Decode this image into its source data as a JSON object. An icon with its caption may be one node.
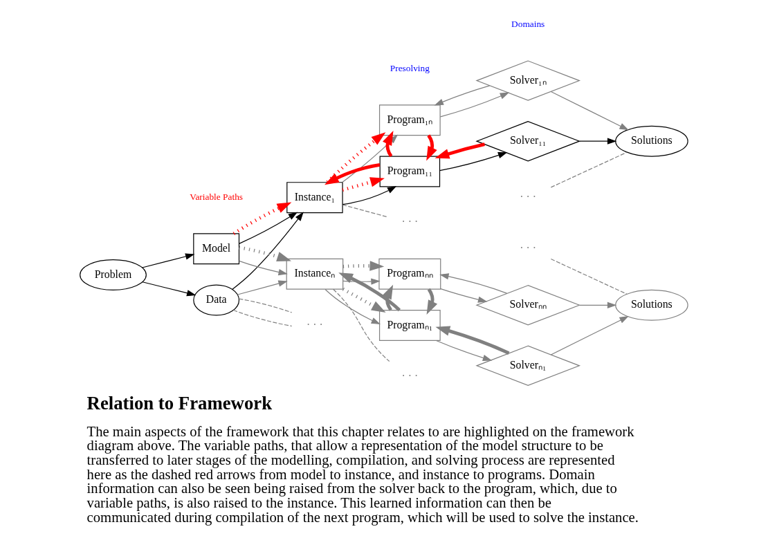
{
  "diagram": {
    "title": "Relation to Framework",
    "caption": "The main aspects of the framework that this chapter relates to are highlighted on the framework diagram above. The variable paths, that allow a representation of the model structure to be transferred to later stages of the modelling, compilation, and solving process are represented here as the dashed red arrows from model to instance, and instance to programs. Domain information can also be seen being raised from the solver back to the program, which, due to variable paths, is also raised to the instance. This learned information can then be communicated during compilation of the next program, which will be used to solve the instance.",
    "nodes": [
      {
        "text": [
          "Problem"
        ]
      },
      {
        "text": [
          "Model"
        ]
      },
      {
        "text": [
          "Data"
        ]
      },
      {
        "text": [
          "Instance₁"
        ]
      },
      {
        "text": [
          "Program₁₁"
        ]
      },
      {
        "text": [
          "Solver₁₁"
        ]
      },
      {
        "text": [
          "Solutions"
        ]
      },
      {
        "text": [
          "Program₁ₙ"
        ]
      },
      {
        "text": [
          "Solver₁ₙ"
        ]
      },
      {
        "text": [
          "Instanceₙ"
        ]
      },
      {
        "text": [
          "Programₙ₁"
        ]
      },
      {
        "text": [
          "Solverₙ₁"
        ]
      },
      {
        "text": [
          "Solutions"
        ]
      },
      {
        "text": [
          "Programₙₙ"
        ]
      },
      {
        "text": [
          "Solverₙₙ"
        ]
      },
      {
        "text": [
          "· · ·"
        ]
      },
      {
        "text": [
          "· · ·"
        ]
      },
      {
        "text": [
          "· · ·"
        ]
      },
      {
        "text": [
          "· · ·"
        ]
      },
      {
        "text": [
          "· · ·"
        ]
      }
    ],
    "edges": [
      {
        "from": 0,
        "to": 1,
        "arrow": "to",
        "color": "#000000"
      },
      {
        "from": 0,
        "to": 2,
        "arrow": "to",
        "color": "#000000"
      },
      {
        "from": 1,
        "to": 3,
        "arrow": "to",
        "color": "#000000"
      },
      {
        "from": 1,
        "to": 3,
        "arrow": "to",
        "style": "dashed",
        "color": "#ff0000"
      },
      {
        "from": 2,
        "to": 3,
        "arrow": "to",
        "color": "#000000"
      },
      {
        "from": 3,
        "to": 4,
        "arrow": "to",
        "color": "#000000"
      },
      {
        "from": 3,
        "to": 4,
        "arrow": "to",
        "style": "dashed",
        "color": "#ff0000"
      },
      {
        "from": 4,
        "to": 3,
        "arrow": "to",
        "style": "thick",
        "color": "#ff0000"
      },
      {
        "from": 4,
        "to": 5,
        "arrow": "to",
        "color": "#000000"
      },
      {
        "from": 5,
        "to": 4,
        "arrow": "to",
        "style": "thick",
        "color": "#ff0000"
      },
      {
        "from": 5,
        "to": 6,
        "arrow": "to",
        "color": "#000000"
      },
      {
        "from": 3,
        "to": 7,
        "arrow": "to"
      },
      {
        "from": 3,
        "to": 7,
        "arrow": "to",
        "style": "dashed",
        "color": "#ff0000"
      },
      {
        "from": 7,
        "to": 4,
        "arrow": "to",
        "style": "thick",
        "color": "#ff0000"
      },
      {
        "from": 4,
        "to": 7,
        "arrow": "to",
        "style": "thick",
        "color": "#ff0000"
      },
      {
        "from": 7,
        "to": 8,
        "arrow": "to"
      },
      {
        "from": 8,
        "to": 7,
        "arrow": "to"
      },
      {
        "from": 8,
        "to": 6,
        "arrow": "to"
      },
      {
        "from": 3,
        "to": 15,
        "arrow": "none",
        "style": "dashed"
      },
      {
        "from": 16,
        "to": 6,
        "arrow": "none",
        "style": "dashed"
      },
      {
        "from": 1,
        "to": 9,
        "arrow": "to"
      },
      {
        "from": 1,
        "to": 9,
        "arrow": "to",
        "style": "dashed"
      },
      {
        "from": 2,
        "to": 9,
        "arrow": "to"
      },
      {
        "from": 2,
        "to": 17,
        "arrow": "none",
        "style": "dashed"
      },
      {
        "from": 2,
        "to": 17,
        "arrow": "none",
        "style": "dashed"
      },
      {
        "from": 9,
        "to": 10,
        "arrow": "to"
      },
      {
        "from": 9,
        "to": 10,
        "arrow": "to",
        "style": "dashed"
      },
      {
        "from": 10,
        "to": 9,
        "arrow": "to",
        "style": "thick"
      },
      {
        "from": 10,
        "to": 11,
        "arrow": "to"
      },
      {
        "from": 11,
        "to": 10,
        "arrow": "to",
        "style": "thick"
      },
      {
        "from": 11,
        "to": 12,
        "arrow": "to"
      },
      {
        "from": 9,
        "to": 13,
        "arrow": "to"
      },
      {
        "from": 9,
        "to": 13,
        "arrow": "to",
        "style": "dashed"
      },
      {
        "from": 13,
        "to": 10,
        "arrow": "to",
        "style": "thick"
      },
      {
        "from": 10,
        "to": 13,
        "arrow": "to",
        "style": "thick"
      },
      {
        "from": 13,
        "to": 14,
        "arrow": "to"
      },
      {
        "from": 14,
        "to": 13,
        "arrow": "to"
      },
      {
        "from": 14,
        "to": 12,
        "arrow": "to"
      },
      {
        "from": 9,
        "to": 18,
        "arrow": "none",
        "style": "dashed"
      },
      {
        "from": 19,
        "to": 12,
        "arrow": "none",
        "style": "dashed"
      }
    ],
    "labels": [
      "Presolving",
      "Domains",
      "Variable Paths"
    ]
  }
}
